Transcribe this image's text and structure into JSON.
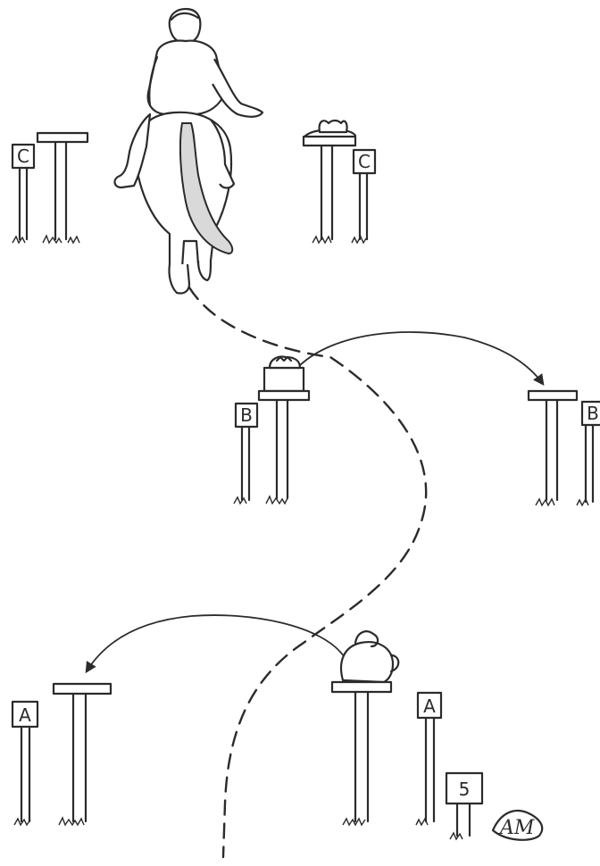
{
  "signs": {
    "c_left": "C",
    "c_right": "C",
    "b_left": "B",
    "b_right": "B",
    "a_left": "A",
    "a_right": "A",
    "number": "5"
  },
  "signature": "AM",
  "colors": {
    "ink": "#2b2b2b",
    "paper": "#ffffff",
    "tail": "#d9d9d9"
  },
  "icons": {
    "rider": "horse-and-rider-icon",
    "hat": "hat-icon",
    "cake": "cake-icon",
    "jug": "jug-icon"
  }
}
